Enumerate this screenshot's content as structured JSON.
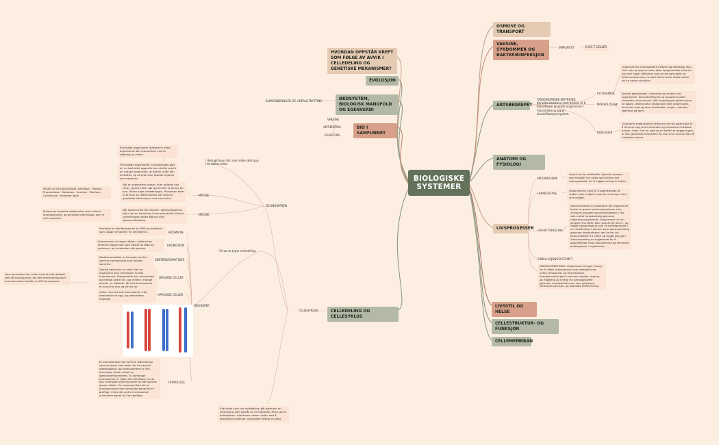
{
  "root": "BIOLOGISKE SYSTEMER",
  "right": {
    "osmose": "OSMOSE OG TRANSPORT",
    "vaksine": "VAKSINE, SYKDOMMER OG BAKTERIEINFEKSJON",
    "immunitet": "IMMUNITET",
    "bt_celler": "B OG T CELLER",
    "artsbegrepet": "ARTSBEGREPET",
    "arts_desc": "TAKSONOMISKE KRITERIER: Karakteristikkene som brukes til å klassifisere levende organismer i hierarkiske grupper: slasstifikasjonssystem.",
    "fylogenisk": "FYLOGENISK",
    "fylogenisk_text": "Organismens evolusjonære historie og slektskap (BC). Hvis man grupperer arter etter fylogenetiske kriterier, kan alle fugler defineres som en art som deler en felles avstamning fra dens felles forfar. Dette skiller de fra andre virveldyr.",
    "morfologisk": "MORFOLOGISK",
    "morfologisk_text": "Fysiske egenskaper, utseende og struktur hos organismen. Kan identifiseres og grupperes etter utseende, ekss visuelt. (AS) kroppsbygning/form(ytre/ vil også), cellestruktur (eukaryote eller prokaryote), blomster med og uten kronblader, farger, mønster, størrelse og form.",
    "biologisk": "BIOLOGISK",
    "biologisk_text": "Grupperer organismene utifra om de har potensiale til å formere seg med hverandre og produsere fruktbare avkom. F.eks: Om en ugle og en kolibri er begge fugler, er den genetiske forskjellen for stor til at arterne kan få fruktbare avkom.",
    "anatomi": "ANATOMI OG FYSIOLOGI",
    "livsprosesser": "LIVSPROSESSER",
    "metabolisme": "METABOLISME",
    "metabolisme_text": "Annet ord for stoffskifte. Kjemisk prosess som foregår inni celler som bryter ned næringsstoffer for å frigjøre energi til cellen.",
    "homeostase": "HOMEOSTASE",
    "homeostase_text": "Organismens evne til å opprettholde et stabilt indre miljø til tross for endringer i det ytre miljøet.",
    "gassutveksling": "GASSUTVEKSLING",
    "gassutveksling_text": "Gassutveksling er prosessen der organismer bytter ut gasser med omgivelsene sine, vanligvis oksygen og karbondioksid. I dyr skjer dette hovedsakelig gjennom respirasjonssystemet. Organismer tar inn oksygen fra luften eller vannet de lever i, og frigjør karbondioksid som et avfallsprodukt i en celleånding. I planter skjer gassutveksling gjennom fotosyntesen, der de tar inn karbondioksid fra luften og frigjør oksygen. Gassutveksling er avgjørende for å opprettholde riktig oksygennivå og eliminere avfallsgasser i organismer.",
    "sirkulasjon": "SIRKULASJONSSYSTEMET",
    "energi_text": "ENERGIOMSETNING- Organismer trenger energi for å utføre livsprosesser som metabolisme, vekst, bevegelse, og reproduksjon. Energiomsetningen involverer opptak, lagring, og frigjøring av energi fra næringsstoffer gjennom metaboliske veier som glykolyse, sitronsyresyklusen, og oksidativ fosforylering.",
    "livsstil": "LIVSSTIL OG HELSE",
    "cellestruktur": "CELLESTRUKTUR- OG FUNKSJON",
    "cellemembran": "CELLEMEMBRAN"
  },
  "left": {
    "kreft": "HVORDAN OPPSTÅR KREFT SOM FØLGE AV AVVIK I CELLEDELING OG GENETISKE MEKANISMER?",
    "evolusjon": "EVOLUSJON",
    "okosystem": "ØKOSYSTEM, BIOLOGISK MANGFOLD OG EGENVERDI",
    "klimaendringer": "KLIMAENDRINGER OG AREALUTNYTTING",
    "bio_samfunnet": "BIO I SAMFUNNET",
    "vaksine_lbl": "VAKSINE",
    "antibiotika": "ANTIBIOTIKA",
    "resistens": "RESISTENS",
    "celledeling": "CELLEDELING OG CELLESYKLUS",
    "cellesyklus": "CELLESYKLUS",
    "alle_celler": "Alle celler som har celledeling, går gjennom en cellesyklus som består av en interfase (90%) og en delingsfase i interfasen vokser cellen ved å produsere proteiner, og kopiere DNAet (S-fase).",
    "vi_har_to": "Vi har to typer celledeling.",
    "delingsfasen": "DELINGSFASEN",
    "delingsfasen_desc": "I delingsfasen blir morcellen delt opp i to datterceller.",
    "encellede": "Encellede organismer (bakterier): Hele organismen blir reprodusert ved en todeling av cellen.",
    "flercellede": "Flercellede organismer: Celledelingen gjør at: en befruktet eggcelle kan utvikle seg til en voksen organisme, at gamle celler kan erstattes, og at syke eller skadde organer kan repareres.",
    "mitose": "MITOSE",
    "mitose_text": "Når en organisme vokser, eller antallet nye celler, gamle celler dør og det blir et behov for nye. Derfor skjer celledelingen. Prosessen fører til at hver av dattercellene har samme genetiske informasjon som morcellen.",
    "faser": "FASER AV DELINGSFASEN: Interfase - Profase - Prometafase - Metafase - Anafase - Telofase - Cytokinese - Interfase igjen.",
    "meiose": "MEIOSE",
    "meiose_text": "Når kjønnsceller blir dannet i kjønnsorganene, skjer det en halvering i kromosomtallet. Denne celledelingen kalles Meiose eller kjønnscelledeling.",
    "meiose_note": "Meiose gir haploide datterceller med halvert kromosomsett, og genetisk informasjon som er ulik morcellen.",
    "begreper": "BEGREPER",
    "kromatin": "KROMATIN",
    "kromatin_text": "Kromatin er kombinasjonen av DNA og proteiner som utgjør innholdet i en cellekjerne.",
    "kromosom": "KROMOSOM",
    "kromosom_text": "Kromosomer er lange tråder i cellene hos levende organismer som består av DNA og proteiner, og inneholder alle genene.",
    "sosterkromatider": "SØSTERKROMATIDER",
    "sosterkromatider_text": "Søsterkromatider er to kopier av det samme kromosomet som henger sammen.",
    "diploide": "DIPLOIDE CELLER",
    "diploide_text": "Diploid beskriver en celle eller en organisme som inneholder to sett kromosomer. Kroppsceller hos mennesket og mange andre dyr, og cellene i mange planter, er diploide. Ett sett kromosomer er arvet fra mor og ett fra far.",
    "diploide_note": "Hos mennesker har celler med et slikt dobbelt sett 46 kromosomer. Ett sett med kromosomer hos mennesker består av 23 kromosomer.",
    "haploide": "HAPLOIDE CELLER",
    "haploide_text": "Celler med ett sett kromosomer. Hos mennesker er egg- og sædcellene haploide",
    "homologe": "HOMOLOGE",
    "homologe_text": "Et kromosompar har samme størrelse og samme gener som koder for de samme egenskapene, og kromosomene er like, homologe (med unntak av kjønnskromosomene). To homologe kromosomer er (ikke) like identiske, for de kan inneholde ulike varianter av det samme genet, alleler. For eksempel kan ett av kromosomene dine inneholde genet for fri øreflipp, mens det andre kromosomet inneholder genet for fast øreflipp."
  }
}
